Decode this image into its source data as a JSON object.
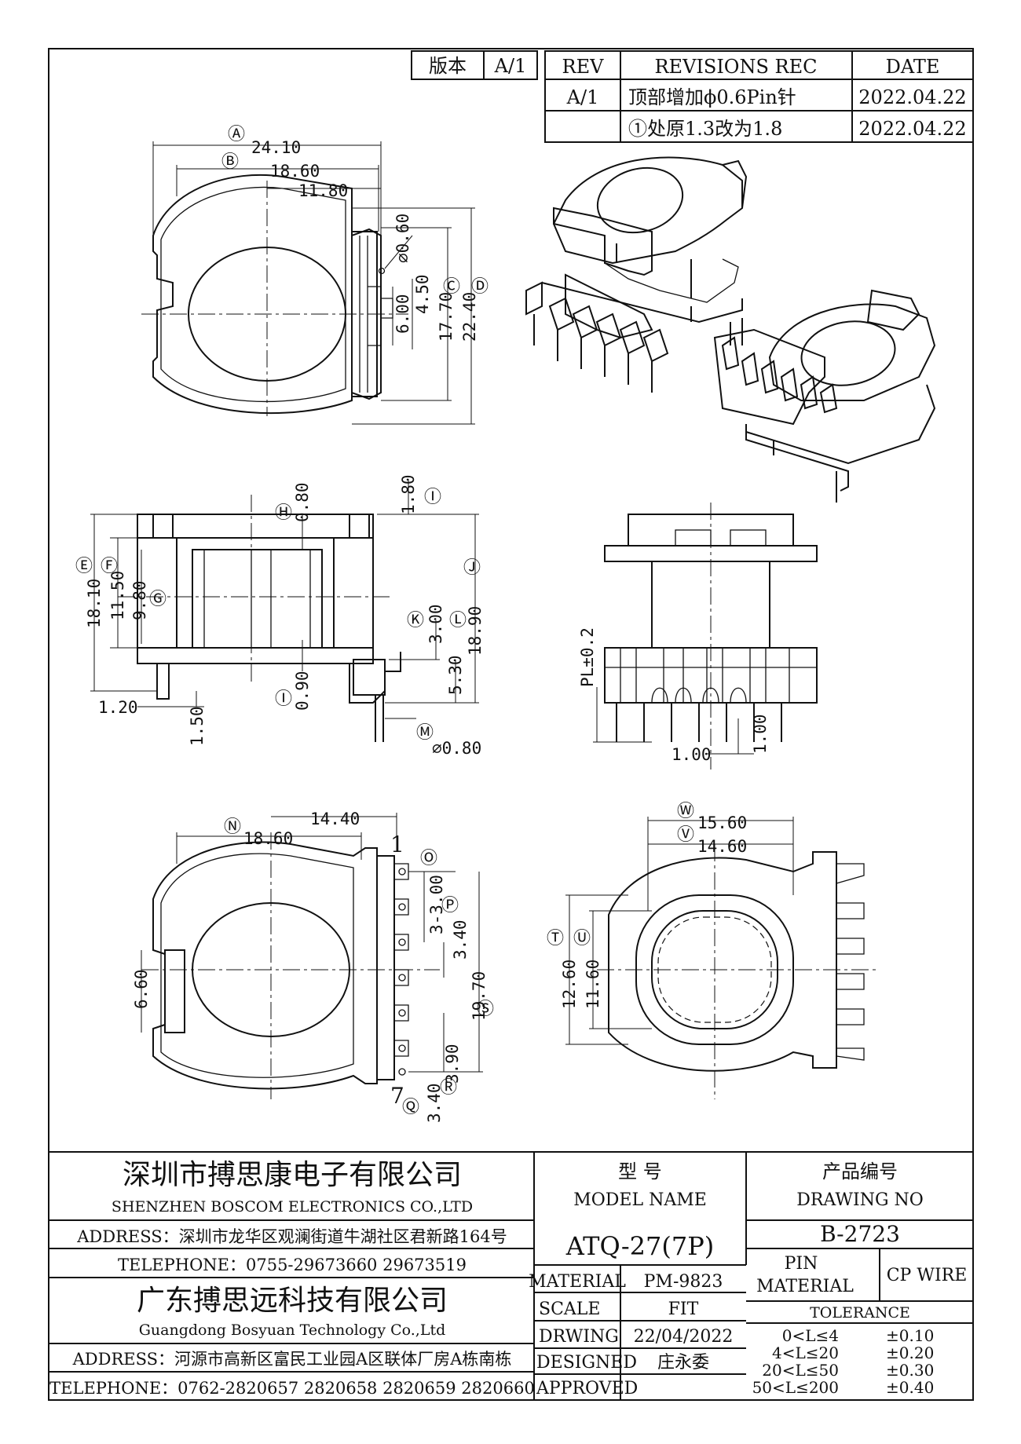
{
  "revision_table": {
    "version_label": "版本",
    "version_value": "A/1",
    "rev_header": "REV",
    "revisions_header": "REVISIONS REC",
    "date_header": "DATE",
    "rows": [
      {
        "rev": "A/1",
        "desc": "顶部增加ϕ0.6Pin针",
        "date": "2022.04.22"
      },
      {
        "rev": "",
        "desc": "①处原1.3改为1.8",
        "date": "2022.04.22"
      }
    ]
  },
  "top_view": {
    "dims": {
      "A": "24.10",
      "B": "18.60",
      "w1180": "11.80",
      "pin_dia": "⌀0.60",
      "h450": "4.50",
      "h600": "6.00",
      "C": "17.70",
      "D": "22.40"
    },
    "labels": {
      "A": "Ⓐ",
      "B": "Ⓑ",
      "C": "Ⓒ",
      "D": "Ⓓ"
    }
  },
  "side_view": {
    "dims": {
      "E": "18.10",
      "F": "11.50",
      "G": "9.80",
      "H": "0.80",
      "I": "1.80",
      "I2": "0.90",
      "J": "18.90",
      "K": "3.00",
      "L": "5.30",
      "w120": "1.20",
      "h150": "1.50",
      "M": "⌀0.80"
    },
    "labels": {
      "E": "Ⓔ",
      "F": "Ⓕ",
      "G": "Ⓖ",
      "H": "Ⓗ",
      "I": "Ⓘ",
      "I2": "Ⓘ",
      "J": "Ⓙ",
      "K": "Ⓚ",
      "L": "Ⓛ",
      "M": "Ⓜ"
    }
  },
  "front_view": {
    "dims": {
      "pl": "PL±0.2",
      "p100a": "1.00",
      "p100b": "1.00"
    }
  },
  "bottom_left_view": {
    "dims": {
      "N": "18.60",
      "w1440": "14.40",
      "h660": "6.60",
      "O": "3-3.00",
      "P": "3.40",
      "S": "19.70",
      "R": "3.90",
      "Q": "3.40"
    },
    "labels": {
      "N": "Ⓝ",
      "O": "Ⓞ",
      "P": "Ⓟ",
      "S": "Ⓢ",
      "R": "Ⓡ",
      "Q": "Ⓠ"
    },
    "pin1": "1",
    "pin7": "7"
  },
  "bottom_right_view": {
    "dims": {
      "W": "15.60",
      "V": "14.60",
      "T": "12.60",
      "U": "11.60"
    },
    "labels": {
      "W": "Ⓦ",
      "V": "Ⓥ",
      "T": "Ⓣ",
      "U": "Ⓤ"
    }
  },
  "title_block": {
    "company1_cn": "深圳市搏思康电子有限公司",
    "company1_en": "SHENZHEN BOSCOM ELECTRONICS CO.,LTD",
    "address1": "ADDRESS：深圳市龙华区观澜街道牛湖社区君新路164号",
    "telephone1": "TELEPHONE：0755-29673660 29673519",
    "company2_cn": "广东搏思远科技有限公司",
    "company2_en": "Guangdong Bosyuan Technology Co.,Ltd",
    "address2": "ADDRESS：河源市高新区富民工业园A区联体厂房A栋南栋",
    "telephone2": "TELEPHONE：0762-2820657 2820658 2820659 2820660",
    "model_label_cn": "型      号",
    "model_label_en": "MODEL NAME",
    "model_value": "ATQ-27(7P)",
    "drawing_label_cn": "产品编号",
    "drawing_label_en": "DRAWING NO",
    "drawing_value": "B-2723",
    "material_label": "MATERIAL",
    "material_value": "PM-9823",
    "pin_material_label_1": "PIN",
    "pin_material_label_2": "MATERIAL",
    "pin_material_value": "CP WIRE",
    "scale_label": "SCALE",
    "scale_value": "FIT",
    "drawing_date_label": "DRWING",
    "drawing_date_value": "22/04/2022",
    "designed_label": "DESIGNED",
    "designed_value": "庄永委",
    "approved_label": "APPROVED",
    "approved_value": "",
    "tolerance_label": "TOLERANCE",
    "tolerances": [
      {
        "range": "0<L≤4",
        "value": "±0.10"
      },
      {
        "range": "4<L≤20",
        "value": "±0.20"
      },
      {
        "range": "20<L≤50",
        "value": "±0.30"
      },
      {
        "range": "50<L≤200",
        "value": "±0.40"
      }
    ]
  }
}
